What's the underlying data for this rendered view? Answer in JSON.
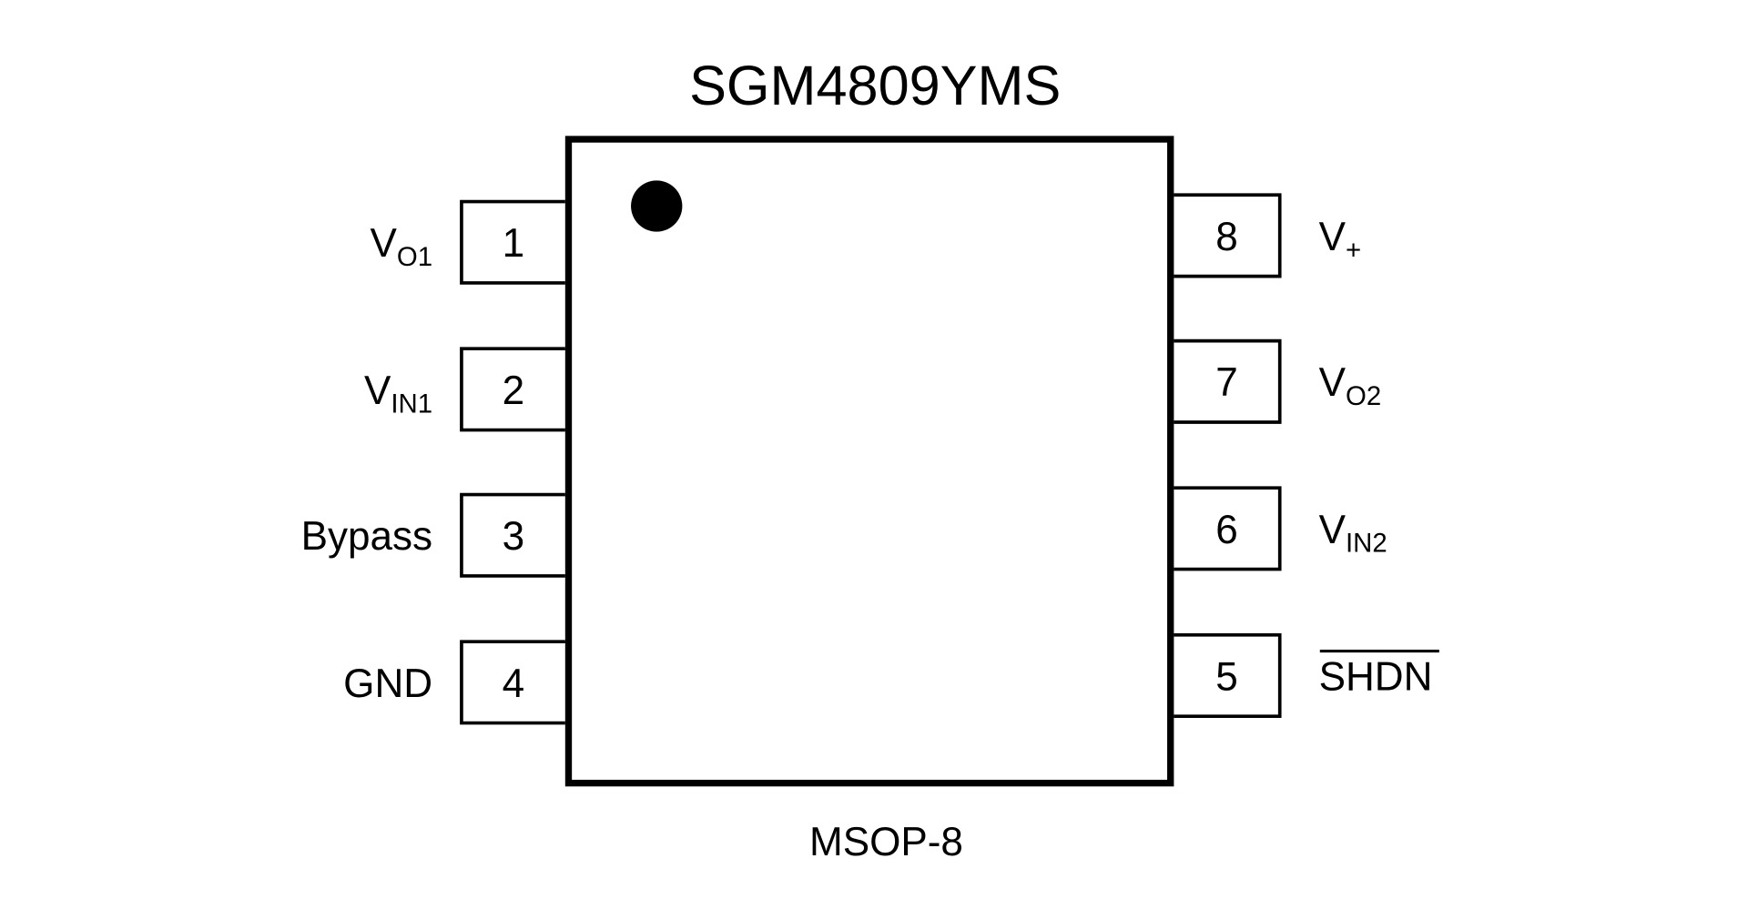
{
  "title": "SGM4809YMS",
  "package": "MSOP-8",
  "pins": {
    "left": [
      {
        "number": "1",
        "name": "V",
        "sub": "O1",
        "overline": false
      },
      {
        "number": "2",
        "name": "V",
        "sub": "IN1",
        "overline": false
      },
      {
        "number": "3",
        "name": "Bypass",
        "sub": "",
        "overline": false
      },
      {
        "number": "4",
        "name": "GND",
        "sub": "",
        "overline": false
      }
    ],
    "right": [
      {
        "number": "8",
        "name": "V",
        "sub": "+",
        "overline": false
      },
      {
        "number": "7",
        "name": "V",
        "sub": "O2",
        "overline": false
      },
      {
        "number": "6",
        "name": "V",
        "sub": "IN2",
        "overline": false
      },
      {
        "number": "5",
        "name": "SHDN",
        "sub": "",
        "overline": true
      }
    ]
  }
}
